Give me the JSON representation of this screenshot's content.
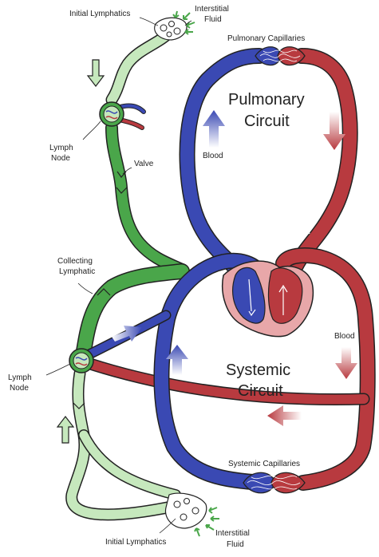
{
  "labels": {
    "initial_lymphatics_top": "Initial Lymphatics",
    "interstitial_fluid_top_1": "Interstitial",
    "interstitial_fluid_top_2": "Fluid",
    "pulmonary_capillaries": "Pulmonary Capillaries",
    "pulmonary_circuit_1": "Pulmonary",
    "pulmonary_circuit_2": "Circuit",
    "lymph_node_top_1": "Lymph",
    "lymph_node_top_2": "Node",
    "blood_left": "Blood",
    "valve": "Valve",
    "collecting_lymphatic_1": "Collecting",
    "collecting_lymphatic_2": "Lymphatic",
    "blood_right": "Blood",
    "lymph_node_bottom_1": "Lymph",
    "lymph_node_bottom_2": "Node",
    "systemic_circuit_1": "Systemic",
    "systemic_circuit_2": "Circuit",
    "systemic_capillaries": "Systemic Capillaries",
    "initial_lymphatics_bottom": "Initial Lymphatics",
    "interstitial_fluid_bottom_1": "Interstitial",
    "interstitial_fluid_bottom_2": "Fluid"
  },
  "colors": {
    "oxygenated_red": "#b83a3f",
    "deoxygenated_blue": "#3a49b3",
    "lymph_green": "#4aa64a",
    "lymph_light_green": "#c6e8bd",
    "heart_pink": "#e8a7a9",
    "outline": "#222222"
  }
}
